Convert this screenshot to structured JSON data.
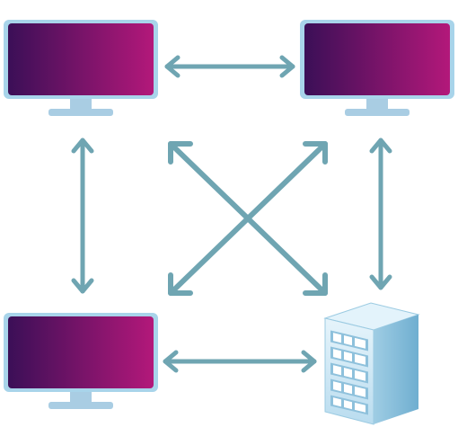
{
  "diagram": {
    "nodes": [
      {
        "id": "monitor-top-left",
        "kind": "monitor-icon"
      },
      {
        "id": "monitor-top-right",
        "kind": "monitor-icon"
      },
      {
        "id": "monitor-bottom-left",
        "kind": "monitor-icon"
      },
      {
        "id": "server-bottom-right",
        "kind": "server-icon"
      }
    ],
    "links": [
      {
        "from": "monitor-top-left",
        "to": "monitor-top-right",
        "direction": "both"
      },
      {
        "from": "monitor-top-left",
        "to": "monitor-bottom-left",
        "direction": "both"
      },
      {
        "from": "monitor-top-right",
        "to": "server-bottom-right",
        "direction": "both"
      },
      {
        "from": "monitor-bottom-left",
        "to": "server-bottom-right",
        "direction": "both"
      },
      {
        "from": "monitor-top-left",
        "to": "server-bottom-right",
        "direction": "both"
      },
      {
        "from": "monitor-top-right",
        "to": "monitor-bottom-left",
        "direction": "both"
      }
    ],
    "colors": {
      "screen_gradient_start": "#3b0f57",
      "screen_gradient_end": "#b3187a",
      "monitor_frame": "#a8d4ea",
      "monitor_stand": "#a9cde3",
      "arrow": "#6fa5b2",
      "server_front": "#cfe8f6",
      "server_side": "#8ec1dc",
      "server_top": "#e3f3fb",
      "server_drive": "#ffffff"
    }
  }
}
